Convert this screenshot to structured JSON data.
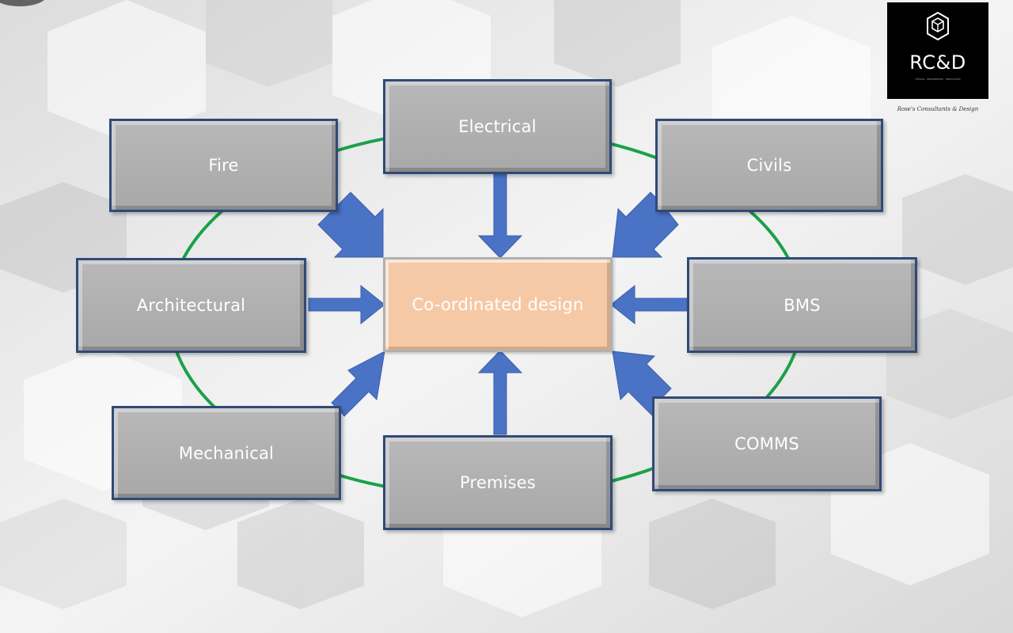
{
  "logo": {
    "brand": "RC&D",
    "tagline": "DESIGN · ENGINEERING · INNOVATION",
    "caption": "Rose's Consultants & Design"
  },
  "diagram": {
    "center": "Co-ordinated design",
    "nodes": {
      "fire": "Fire",
      "electrical": "Electrical",
      "civils": "Civils",
      "architectural": "Architectural",
      "bms": "BMS",
      "mechanical": "Mechanical",
      "premises": "Premises",
      "comms": "COMMS"
    }
  },
  "colors": {
    "ring": "#1aa14a",
    "arrow": "#4a73c6",
    "box_fill": "#b1b0b1",
    "box_border": "#2f4a78",
    "center_fill": "#f6c9a6"
  }
}
